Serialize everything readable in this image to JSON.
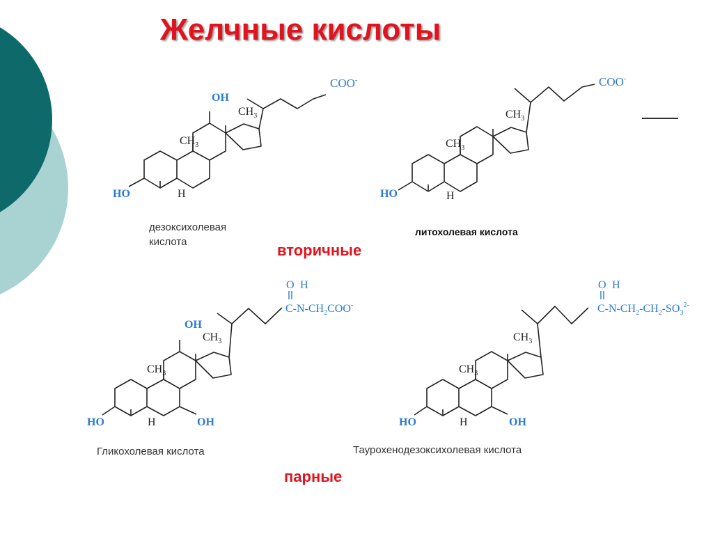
{
  "slide": {
    "title": "Желчные кислоты",
    "colors": {
      "title": "#e0141e",
      "accent_dark": "#0e6a6a",
      "accent_light": "#a9d3d3",
      "group_highlight": "#2a7ad2"
    }
  },
  "sections": {
    "secondary": "вторичные",
    "paired": "парные"
  },
  "molecules": [
    {
      "id": "deoxycholic",
      "name_lines": [
        "дезоксихолевая",
        "кислота"
      ],
      "labels": {
        "top_group": "COO",
        "charge": "-",
        "oh12": "OH",
        "ch3_upper": "CH",
        "ch3_lower": "CH",
        "sub3": "3",
        "ho3": "HO",
        "h5": "H"
      }
    },
    {
      "id": "lithocholic",
      "name_lines": [
        "литохолевая кислота"
      ],
      "labels": {
        "top_group": "COO",
        "charge": "-",
        "ch3_upper": "CH",
        "ch3_lower": "CH",
        "sub3": "3",
        "ho3": "HO",
        "h5": "H"
      }
    },
    {
      "id": "glycocholic",
      "name_lines": [
        "Гликохолевая кислота"
      ],
      "labels": {
        "o": "O",
        "h": "H",
        "conj": "C-N-CH",
        "sub2": "2",
        "tail": "COO",
        "charge": "-",
        "oh12": "OH",
        "ch3_upper": "CH",
        "ch3_lower": "CH",
        "sub3": "3",
        "ho3": "HO",
        "h5": "H",
        "oh7": "OH"
      }
    },
    {
      "id": "taurochenodeoxycholic",
      "name_lines": [
        "Таурохенодезоксихолевая кислота"
      ],
      "labels": {
        "o": "O",
        "h": "H",
        "conj_a": "C-N-CH",
        "sub2a": "2",
        "conj_b": "-CH",
        "sub2b": "2",
        "conj_c": "-SO",
        "sub3": "3",
        "charge": "2-",
        "ch3_upper": "CH",
        "ch3_lower": "CH",
        "ho3": "HO",
        "h5": "H",
        "oh7": "OH"
      }
    }
  ]
}
